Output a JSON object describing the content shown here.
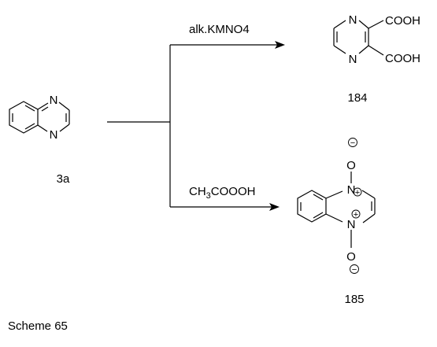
{
  "reactant": {
    "label": "3a",
    "n_top": "N",
    "n_bottom": "N"
  },
  "reaction_top": {
    "reagent": "alk.KMNO4",
    "product_label": "184",
    "n_top": "N",
    "n_bottom": "N",
    "cooh_top": "COOH",
    "cooh_bottom": "COOH"
  },
  "reaction_bottom": {
    "reagent_ch": "CH",
    "reagent_sub": "3",
    "reagent_rest": "COOOH",
    "product_label": "185",
    "n_top": "N",
    "n_bottom": "N",
    "o_top": "O",
    "o_bottom": "O",
    "plus": "+",
    "minus": "−"
  },
  "caption": "Scheme 65"
}
